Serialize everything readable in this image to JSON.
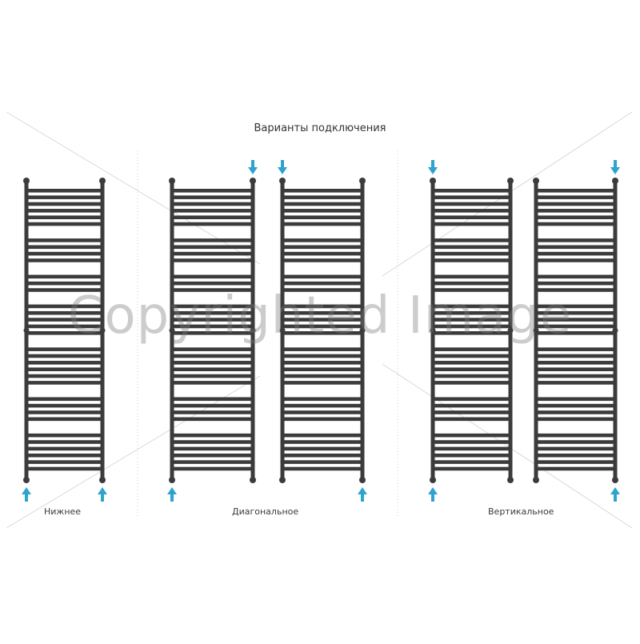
{
  "title": "Варианты подключения",
  "watermark": "Copyrighted Image",
  "colors": {
    "radiator": "#3b3b3b",
    "arrow": "#2ea3cf",
    "cross_lines": "#d9d9d9",
    "divider": "#cfcfcf"
  },
  "groups": [
    {
      "label": "Нижнее",
      "radiators": [
        {
          "arrows": [
            "bottom-left-up",
            "bottom-right-up"
          ]
        }
      ]
    },
    {
      "label": "Диагональное",
      "radiators": [
        {
          "arrows": [
            "top-right-down",
            "bottom-left-up"
          ]
        },
        {
          "arrows": [
            "top-left-down",
            "bottom-right-up"
          ]
        }
      ]
    },
    {
      "label": "Вертикальное",
      "radiators": [
        {
          "arrows": [
            "top-left-down",
            "bottom-left-up"
          ]
        },
        {
          "arrows": [
            "top-right-down",
            "bottom-right-up"
          ]
        }
      ]
    }
  ],
  "bar_sections": [
    6,
    4,
    3,
    5,
    6,
    4,
    6
  ]
}
